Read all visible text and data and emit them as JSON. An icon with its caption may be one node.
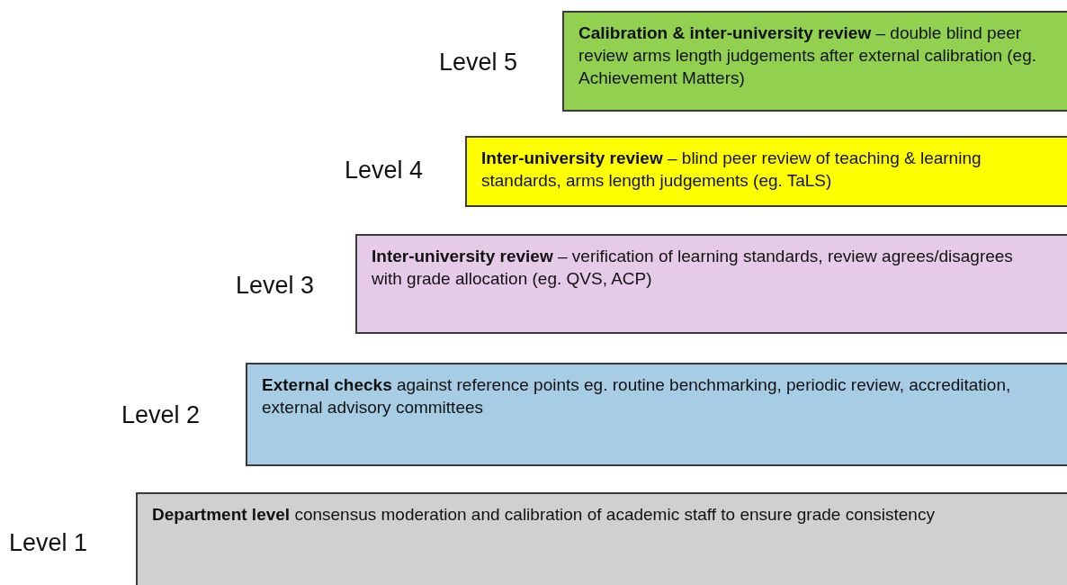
{
  "diagram": {
    "nodes": [
      {
        "text": [
          "**Calibration & inter-university review** – double blind peer review arms length judgements after external calibration (eg. Achievement Matters)"
        ],
        "beside": [
          "Level 5"
        ]
      },
      {
        "text": [
          "**Inter-university review** – blind peer review of teaching & learning standards, arms length judgements (eg. TaLS)"
        ],
        "beside": [
          "Level 4"
        ]
      },
      {
        "text": [
          "**Inter-university review** – verification of learning standards, review agrees/disagrees with grade allocation (eg. QVS, ACP)"
        ],
        "beside": [
          "Level 3"
        ]
      },
      {
        "text": [
          "**External checks** against reference points eg. routine benchmarking, periodic review, accreditation, external advisory committees"
        ],
        "beside": [
          "Level 2"
        ]
      },
      {
        "text": [
          "**Department level** consensus moderation and calibration of academic staff to ensure grade consistency"
        ],
        "beside": [
          "Level 1"
        ]
      }
    ],
    "edges": []
  }
}
